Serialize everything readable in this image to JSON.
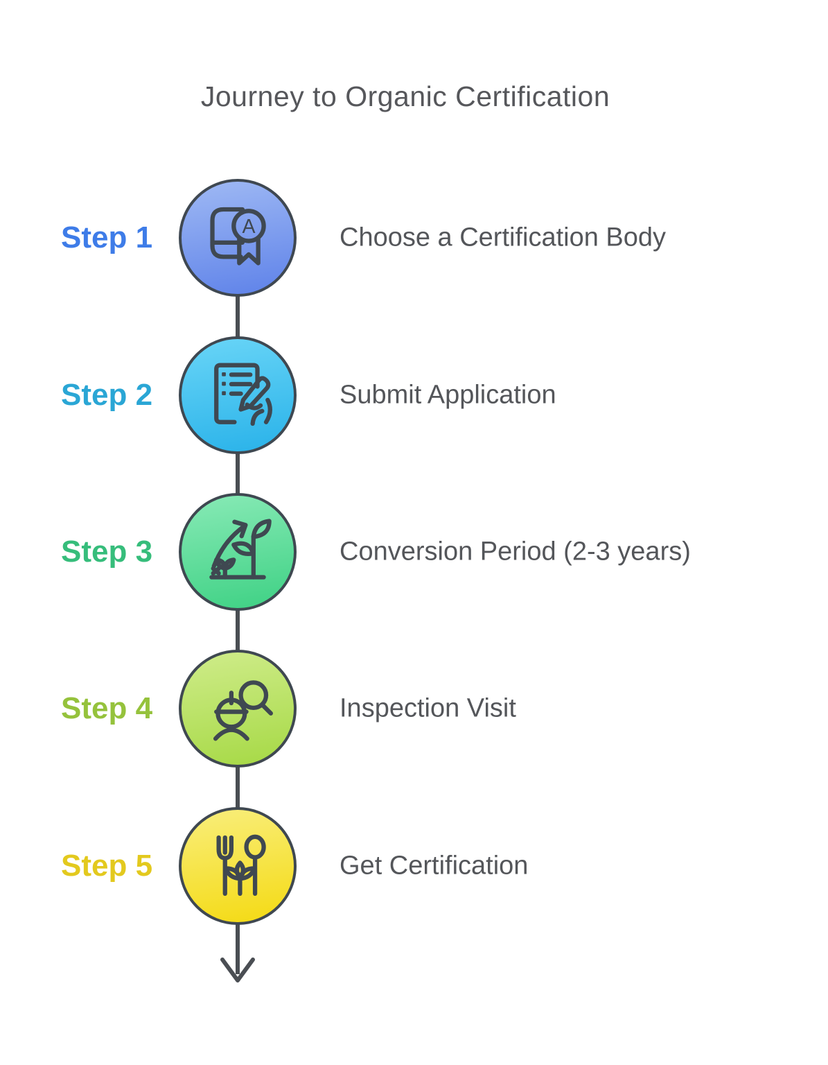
{
  "title": "Journey to Organic Certification",
  "colors": {
    "outline": "#3f4851",
    "connector": "#4a4e53",
    "title_text": "#56575b",
    "description_text": "#54565a",
    "background": "#ffffff"
  },
  "connector": {
    "arrow_icon": "arrow-down-icon"
  },
  "steps": [
    {
      "label": "Step 1",
      "description": "Choose a Certification Body",
      "icon": "certificate-badge-icon",
      "badge_letter": "A",
      "label_color": "#3e7ce8",
      "circle_top": "#9fb9f4",
      "circle_bottom": "#5e82e9"
    },
    {
      "label": "Step 2",
      "description": "Submit Application",
      "icon": "application-form-icon",
      "label_color": "#2aa6d5",
      "circle_top": "#69d5f7",
      "circle_bottom": "#29b2e9"
    },
    {
      "label": "Step 3",
      "description": "Conversion Period (2-3 years)",
      "icon": "plant-growth-icon",
      "label_color": "#36bd7b",
      "circle_top": "#88eab6",
      "circle_bottom": "#3ed184"
    },
    {
      "label": "Step 4",
      "description": "Inspection Visit",
      "icon": "inspector-magnifier-icon",
      "label_color": "#95c23c",
      "circle_top": "#cfec8a",
      "circle_bottom": "#a6d945"
    },
    {
      "label": "Step 5",
      "description": "Get Certification",
      "icon": "fork-spoon-leaf-icon",
      "label_color": "#e3c91e",
      "circle_top": "#f9ee7c",
      "circle_bottom": "#f4da12"
    }
  ]
}
